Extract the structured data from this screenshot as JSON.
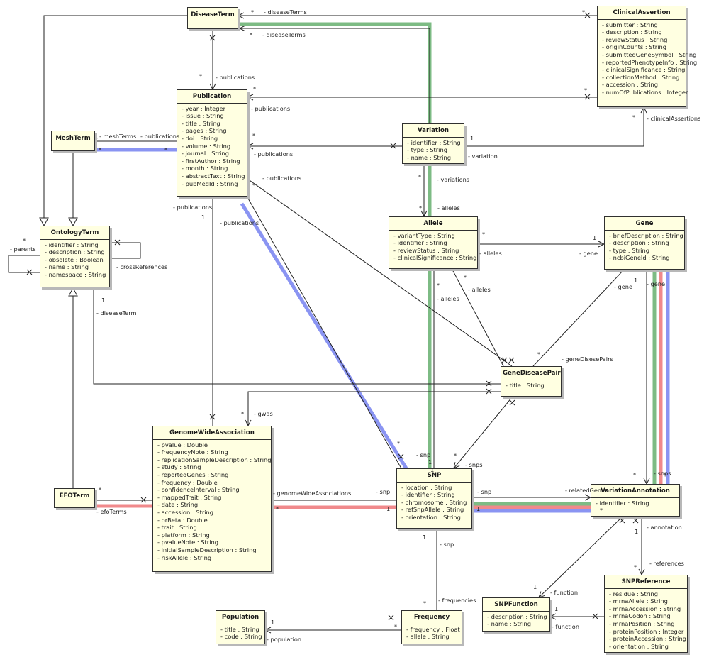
{
  "classes": {
    "disease_term": {
      "name": "DiseaseTerm",
      "attributes": []
    },
    "clinical_assertion": {
      "name": "ClinicalAssertion",
      "attributes": [
        "- submitter : String",
        "- description : String",
        "- reviewStatus : String",
        "- originCounts : String",
        "- submittedGeneSymbol : String",
        "- reportedPhenotypeInfo : String",
        "- clinicalSignificance : String",
        "- collectionMethod : String",
        "- accession : String",
        "- numOfPublications : Integer"
      ]
    },
    "publication": {
      "name": "Publication",
      "attributes": [
        "- year : Integer",
        "- issue : String",
        "- title : String",
        "- pages : String",
        "- doi : String",
        "- volume : String",
        "- journal : String",
        "- firstAuthor : String",
        "- month : String",
        "- abstractText : String",
        "- pubMedId : String"
      ]
    },
    "mesh_term": {
      "name": "MeshTerm",
      "attributes": []
    },
    "variation": {
      "name": "Variation",
      "attributes": [
        "- identifier : String",
        "- type : String",
        "- name : String"
      ]
    },
    "ontology_term": {
      "name": "OntologyTerm",
      "attributes": [
        "- identifier : String",
        "- description : String",
        "- obsolete : Boolean",
        "- name : String",
        "- namespace : String"
      ]
    },
    "allele": {
      "name": "Allele",
      "attributes": [
        "- variantType : String",
        "- identifier : String",
        "- reviewStatus : String",
        "- clinicalSignificance : String"
      ]
    },
    "gene": {
      "name": "Gene",
      "attributes": [
        "- briefDescription : String",
        "- description : String",
        "- type : String",
        "- ncbiGeneId : String"
      ]
    },
    "gene_disease_pair": {
      "name": "GeneDiseasePair",
      "attributes": [
        "- title : String"
      ]
    },
    "gwa": {
      "name": "GenomeWideAssociation",
      "attributes": [
        "- pvalue : Double",
        "- frequencyNote : String",
        "- replicationSampleDescription : String",
        "- study : String",
        "- reportedGenes : String",
        "- frequency : Double",
        "- confidenceInterval : String",
        "- mappedTrait : String",
        "- date : String",
        "- accession : String",
        "- orBeta : Double",
        "- trait : String",
        "- platform : String",
        "- pvalueNote : String",
        "- initialSampleDescription : String",
        "- riskAllele : String"
      ]
    },
    "efo_term": {
      "name": "EFOTerm",
      "attributes": []
    },
    "snp": {
      "name": "SNP",
      "attributes": [
        "- location : String",
        "- identifier : String",
        "- chromosome : String",
        "- refSnpAllele : String",
        "- orientation : String"
      ]
    },
    "variation_annotation": {
      "name": "VariationAnnotation",
      "attributes": [
        "- identifier : String"
      ]
    },
    "snp_reference": {
      "name": "SNPReference",
      "attributes": [
        "- residue : String",
        "- mrnaAllele : String",
        "- mrnaAccession : String",
        "- mrnaCodon : String",
        "- mrnaPosition : String",
        "- proteinPosition : Integer",
        "- proteinAccession : String",
        "- orientation : String"
      ]
    },
    "snp_function": {
      "name": "SNPFunction",
      "attributes": [
        "- description : String",
        "- name : String"
      ]
    },
    "population": {
      "name": "Population",
      "attributes": [
        "- title : String",
        "- code : String"
      ]
    },
    "frequency": {
      "name": "Frequency",
      "attributes": [
        "- frequency : Float",
        "- allele : String"
      ]
    }
  },
  "labels": [
    "*",
    "- diseaseTerms",
    "*",
    "- diseaseTerms",
    "*",
    "*",
    "- publications",
    "*",
    "- publications",
    "*",
    "- meshTerms",
    "- publications",
    "*",
    "*",
    "*",
    "- publications",
    "1",
    "*",
    "- variation",
    "- clinicalAssertions",
    "*",
    "- publications",
    "*",
    "- variations",
    "- publications",
    "1",
    "*",
    "- alleles",
    "- publications",
    "*",
    "- parents",
    "- crossReferences",
    "1",
    "- diseaseTerm",
    "*",
    "1",
    "- alleles",
    "- gene",
    "*",
    "- alleles",
    "*",
    "- alleles",
    "1",
    "- gene",
    "- gene",
    "*",
    "- geneDisesePairs",
    "*",
    "- gwas",
    "1",
    "- snp",
    "*",
    "- snps",
    "*",
    "*",
    "- genomeWideAssociations",
    "- snp",
    "- snp",
    "- relatedGenes",
    "*",
    "- efoTerms",
    "*",
    "*",
    "1",
    "1",
    "1",
    "1",
    "*",
    "- snps",
    "- annotation",
    "1",
    "- snp",
    "- references",
    "*",
    "1",
    "- function",
    "*",
    "- frequencies",
    "1",
    "- function",
    "1",
    "- population",
    "*"
  ],
  "colors": {
    "class_fill": "#ffffe1",
    "green_path": "#7dbb84",
    "blue_path": "#8a94f2",
    "red_path": "#f0898b"
  }
}
